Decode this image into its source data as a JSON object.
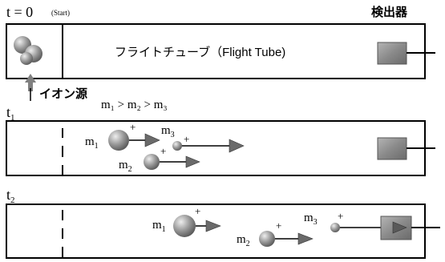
{
  "panels": [
    {
      "time_main": "t = 0",
      "time_note": "(Start)",
      "tube_label": "フライトチューブ（Flight Tube)",
      "detector_label": "検出器",
      "source_label": "イオン源"
    },
    {
      "time_main": "t",
      "time_sub": "1",
      "relation": "m₁ > m₂ > m₃",
      "ions": [
        {
          "mass": "m",
          "sub": "1",
          "charge": "+"
        },
        {
          "mass": "m",
          "sub": "2",
          "charge": "+"
        },
        {
          "mass": "m",
          "sub": "3",
          "charge": "+"
        }
      ]
    },
    {
      "time_main": "t",
      "time_sub": "2",
      "ions": [
        {
          "mass": "m",
          "sub": "1",
          "charge": "+"
        },
        {
          "mass": "m",
          "sub": "2",
          "charge": "+"
        },
        {
          "mass": "m",
          "sub": "3",
          "charge": "+"
        }
      ]
    }
  ],
  "colors": {
    "ion": "#8c8c8c",
    "detector": "#858585",
    "arrow": "#6a6a6a",
    "outline": "#000000"
  }
}
